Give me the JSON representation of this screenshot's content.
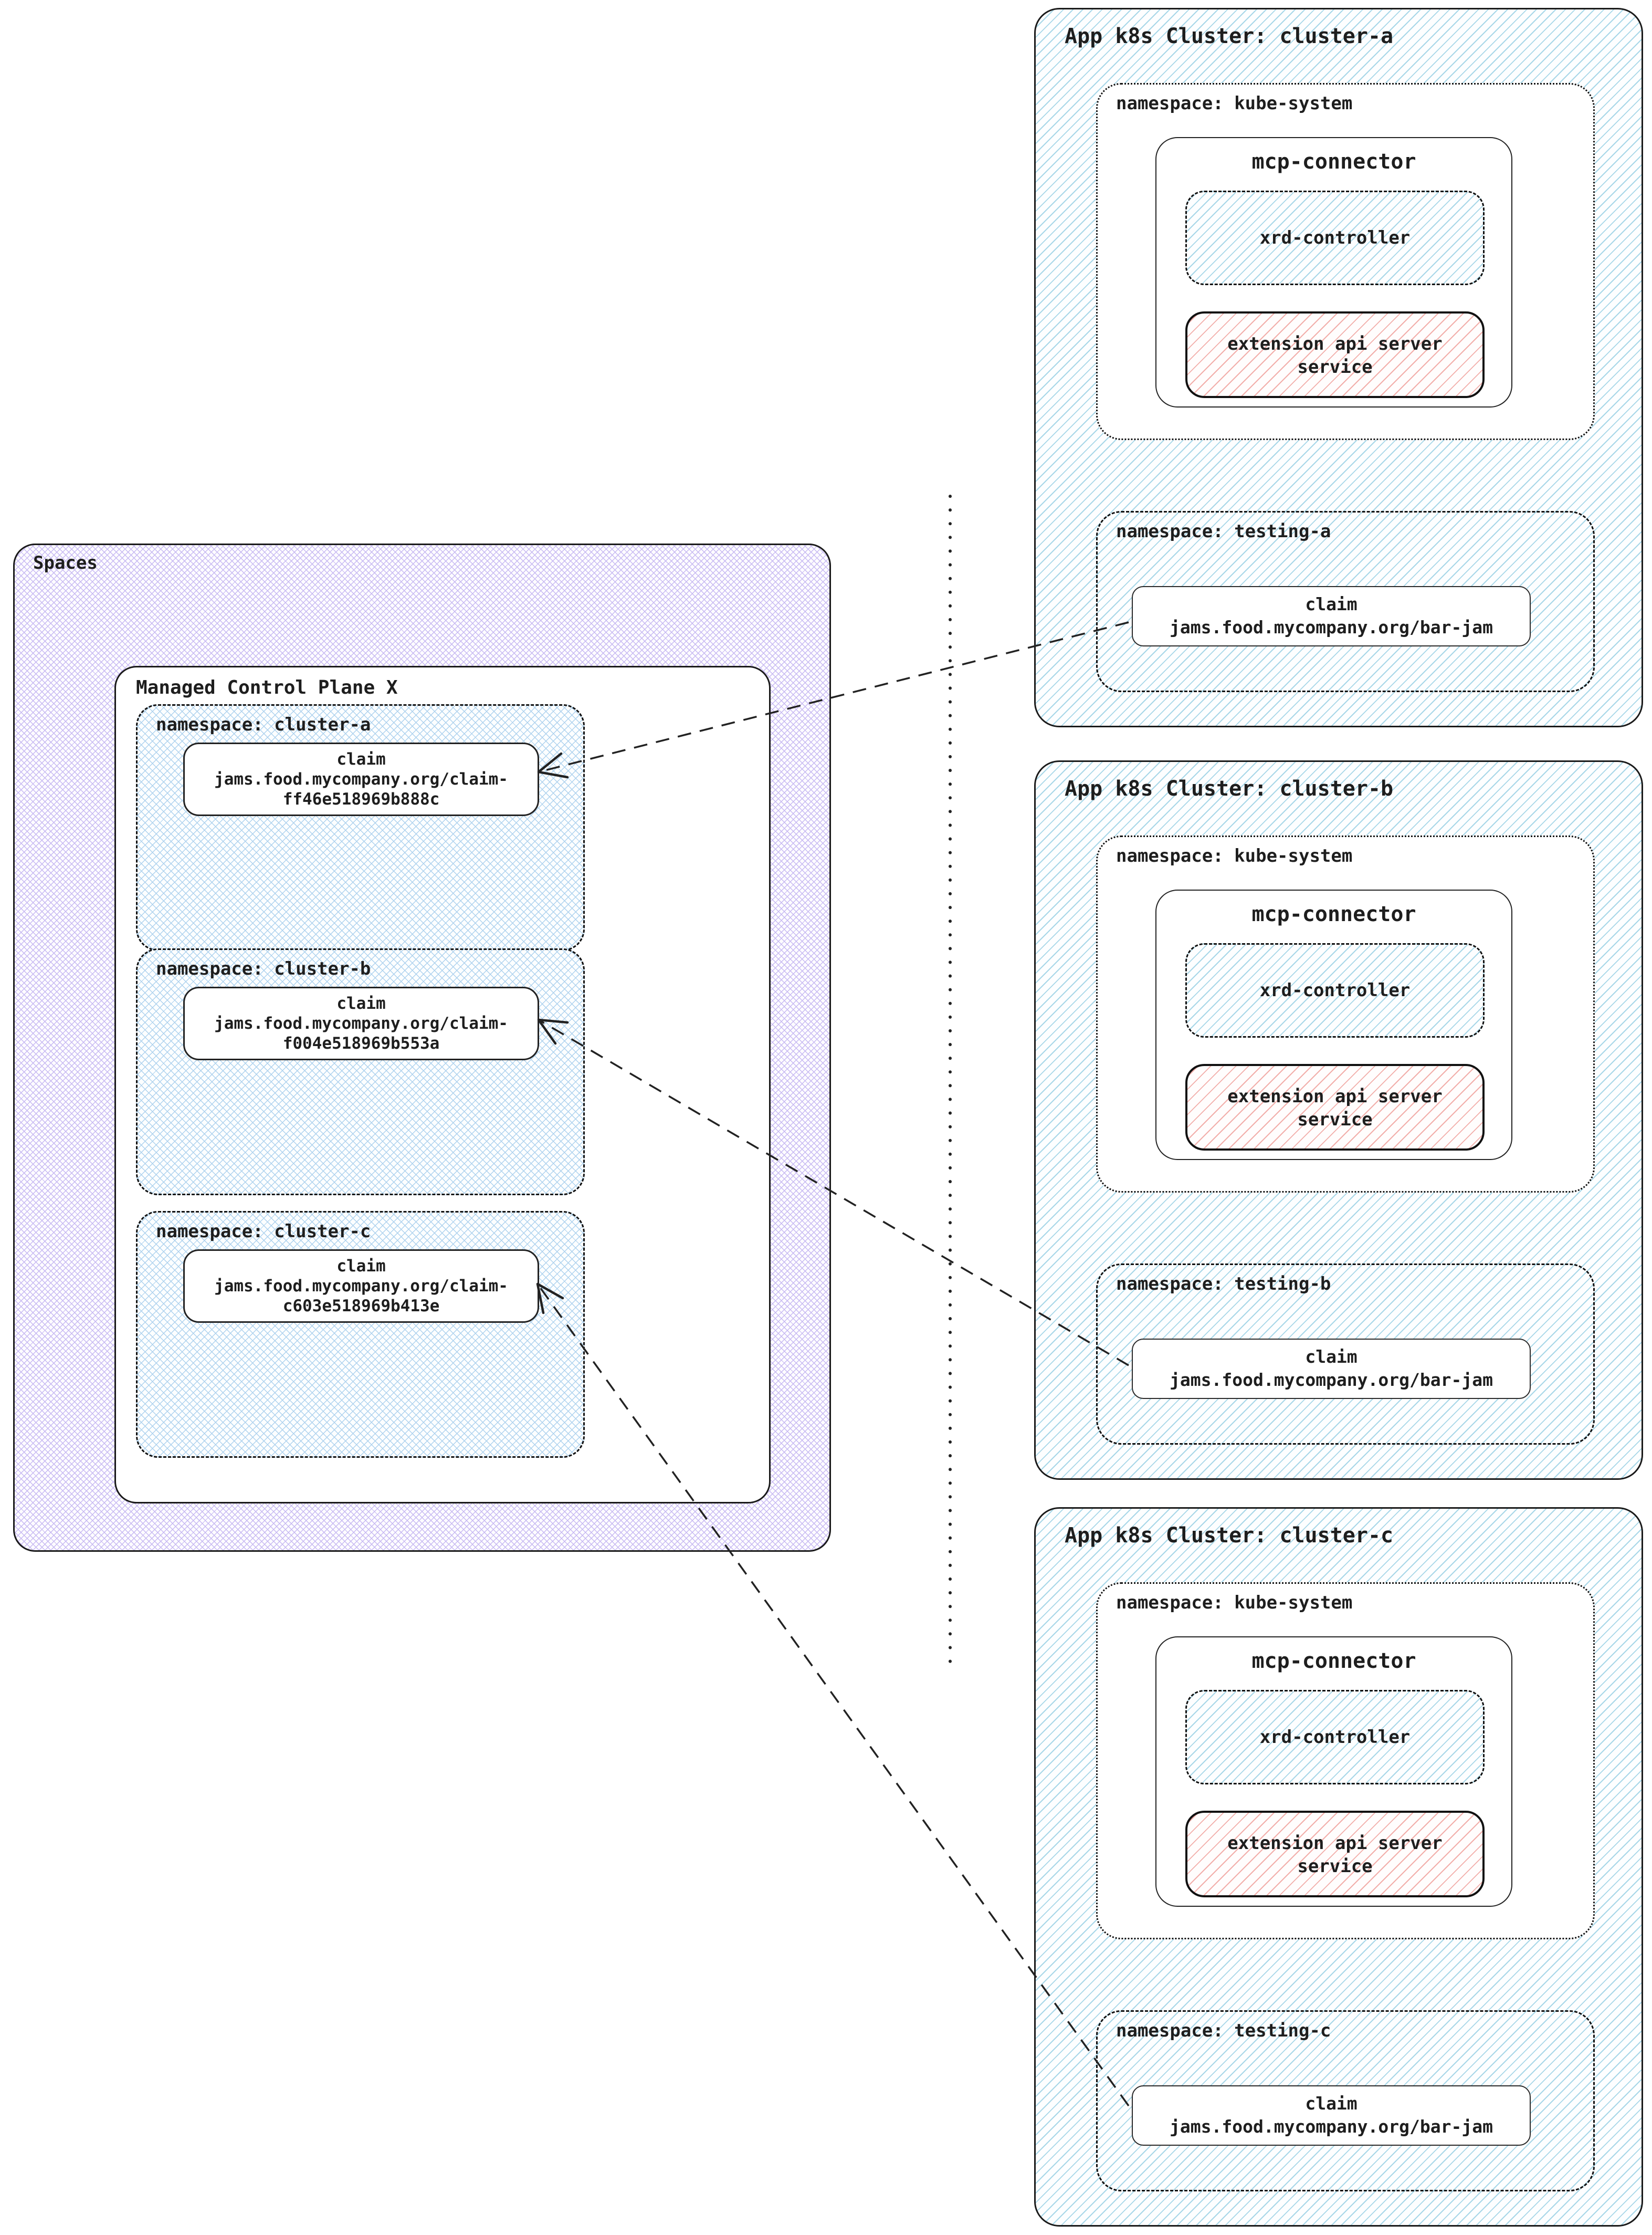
{
  "left": {
    "spaces_label": "Spaces",
    "mcp_label": "Managed Control Plane X",
    "namespaces": [
      {
        "label": "namespace: cluster-a",
        "claim": {
          "title": "claim",
          "path_line1": "jams.food.mycompany.org/claim-",
          "path_line2": "ff46e518969b888c"
        }
      },
      {
        "label": "namespace: cluster-b",
        "claim": {
          "title": "claim",
          "path_line1": "jams.food.mycompany.org/claim-",
          "path_line2": "f004e518969b553a"
        }
      },
      {
        "label": "namespace: cluster-c",
        "claim": {
          "title": "claim",
          "path_line1": "jams.food.mycompany.org/claim-",
          "path_line2": "c603e518969b413e"
        }
      }
    ]
  },
  "clusters": [
    {
      "title": "App k8s Cluster: cluster-a",
      "kube_ns_label": "namespace: kube-system",
      "mcp_connector_label": "mcp-connector",
      "xrd_label": "xrd-controller",
      "ext_line1": "extension api server",
      "ext_line2": "service",
      "testing_ns_label": "namespace: testing-a",
      "claim_title": "claim",
      "claim_path": "jams.food.mycompany.org/bar-jam"
    },
    {
      "title": "App k8s Cluster: cluster-b",
      "kube_ns_label": "namespace: kube-system",
      "mcp_connector_label": "mcp-connector",
      "xrd_label": "xrd-controller",
      "ext_line1": "extension api server",
      "ext_line2": "service",
      "testing_ns_label": "namespace: testing-b",
      "claim_title": "claim",
      "claim_path": "jams.food.mycompany.org/bar-jam"
    },
    {
      "title": "App k8s Cluster: cluster-c",
      "kube_ns_label": "namespace: kube-system",
      "mcp_connector_label": "mcp-connector",
      "xrd_label": "xrd-controller",
      "ext_line1": "extension api server",
      "ext_line2": "service",
      "testing_ns_label": "namespace: testing-c",
      "claim_title": "claim",
      "claim_path": "jams.food.mycompany.org/bar-jam"
    }
  ],
  "colors": {
    "border": "#1a1a1a",
    "text": "#1e1e1e",
    "blue_hatch": "#a8d7e8",
    "blue_cross_hatch": "#aed2ee",
    "purple_cross_hatch": "#c7b9f2",
    "pink_hatch": "#f2aeaa"
  }
}
